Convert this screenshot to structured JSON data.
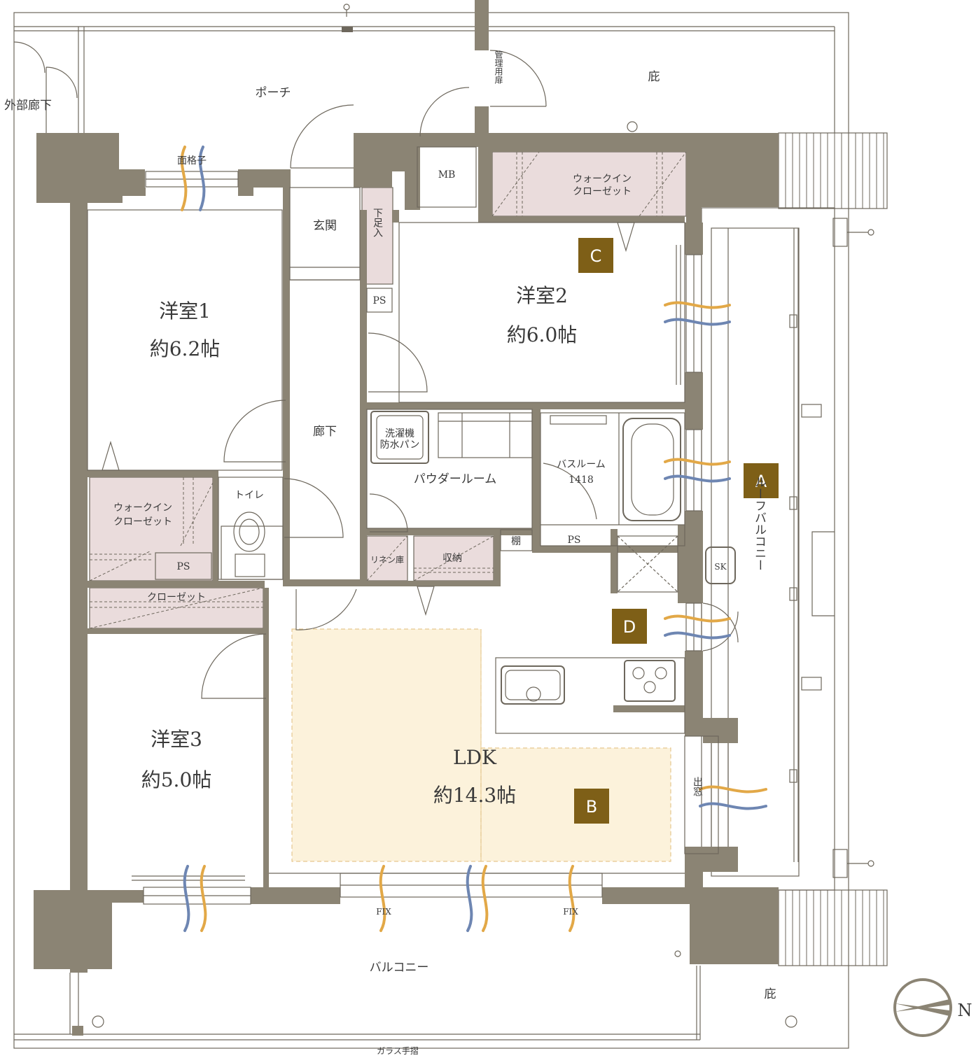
{
  "rooms": {
    "porch": "ポーチ",
    "eaves_top": "庇",
    "eaves_bottom": "庇",
    "external_corridor": "外部廊下",
    "management_door": "管理用扉",
    "mb": "MB",
    "walkin_top": "ウォークインクローゼット",
    "walkin_top_line1": "ウォークイン",
    "walkin_top_line2": "クローゼット",
    "lattice": "面格子",
    "entrance": "玄関",
    "shoe_closet": "下足入",
    "ps1": "PS",
    "ps2": "PS",
    "ps3": "PS",
    "western2_name": "洋室2",
    "western2_size": "約6.0帖",
    "western1_name": "洋室1",
    "western1_size": "約6.2帖",
    "western3_name": "洋室3",
    "western3_size": "約5.0帖",
    "hallway": "廊下",
    "washer_line1": "洗濯機",
    "washer_line2": "防水パン",
    "powder_room": "パウダールーム",
    "bath_line1": "バスルーム",
    "bath_line2": "1418",
    "shelf": "棚",
    "linen": "リネン庫",
    "storage": "収納",
    "walkin_left_line1": "ウォークイン",
    "walkin_left_line2": "クローゼット",
    "toilet": "トイレ",
    "closet": "クローゼット",
    "ldk_name": "LDK",
    "ldk_size": "約14.3帖",
    "sk": "SK",
    "bay_window": "出窓",
    "roof_balcony": "ルーフバルコニー",
    "balcony": "バルコニー",
    "fix_left": "FIX",
    "fix_right": "FIX",
    "glass_rail": "ガラス手摺"
  },
  "badges": {
    "a": "A",
    "b": "B",
    "c": "C",
    "d": "D"
  },
  "compass": {
    "north": "N"
  },
  "colors": {
    "wall": "#8b8474",
    "closet_fill": "#eadcdc",
    "ldk_zone": "#fcf2db",
    "badge": "#7e5f17",
    "wind_orange": "#e2a847",
    "wind_blue": "#6e86b2"
  }
}
